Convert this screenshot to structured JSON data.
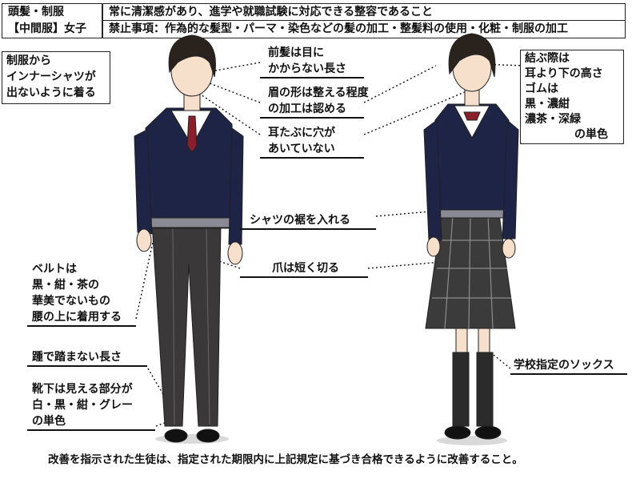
{
  "header": {
    "category": "頭髪・制服",
    "subcategory": "【中間服】女子",
    "rule_line1": "常に清潔感があり、進学や就職試験に対応できる整容であること",
    "rule_line2": "禁止事項：作為的な髪型・パーマ・染色などの髪の加工・整髪料の使用・化粧・制服の加工"
  },
  "notes": {
    "shirt": [
      "制服から",
      "インナーシャツが",
      "出ないように着る"
    ],
    "bangs": [
      "前髪は目に",
      "かからない長さ"
    ],
    "eyebrows": [
      "眉の形は整える程度",
      "の加工は認める"
    ],
    "earlobe": [
      "耳たぶに穴が",
      "あいていない"
    ],
    "tie_hair": [
      "結ぶ際は",
      "耳より下の高さ",
      "ゴムは",
      "黒・濃紺",
      "濃茶・深緑",
      "の単色"
    ],
    "shirt_hem": "シャツの裾を入れる",
    "nails": "爪は短く切る",
    "belt": [
      "ベルトは",
      "黒・紺・茶の",
      "華美でないもの",
      "腰の上に着用する"
    ],
    "hem_length": "踵で踏まない長さ",
    "socks_pants": [
      "靴下は見える部分が",
      "白・黒・紺・グレー",
      "の単色"
    ],
    "socks_skirt": "学校指定のソックス"
  },
  "footer": "改善を指示された生徒は、指定された期限内に上記規定に基づき合格できるように改善すること。",
  "colors": {
    "sweater": "#1d2445",
    "pants": "#3a3838",
    "hair": "#2a221c",
    "skin": "#f6e0cc"
  }
}
